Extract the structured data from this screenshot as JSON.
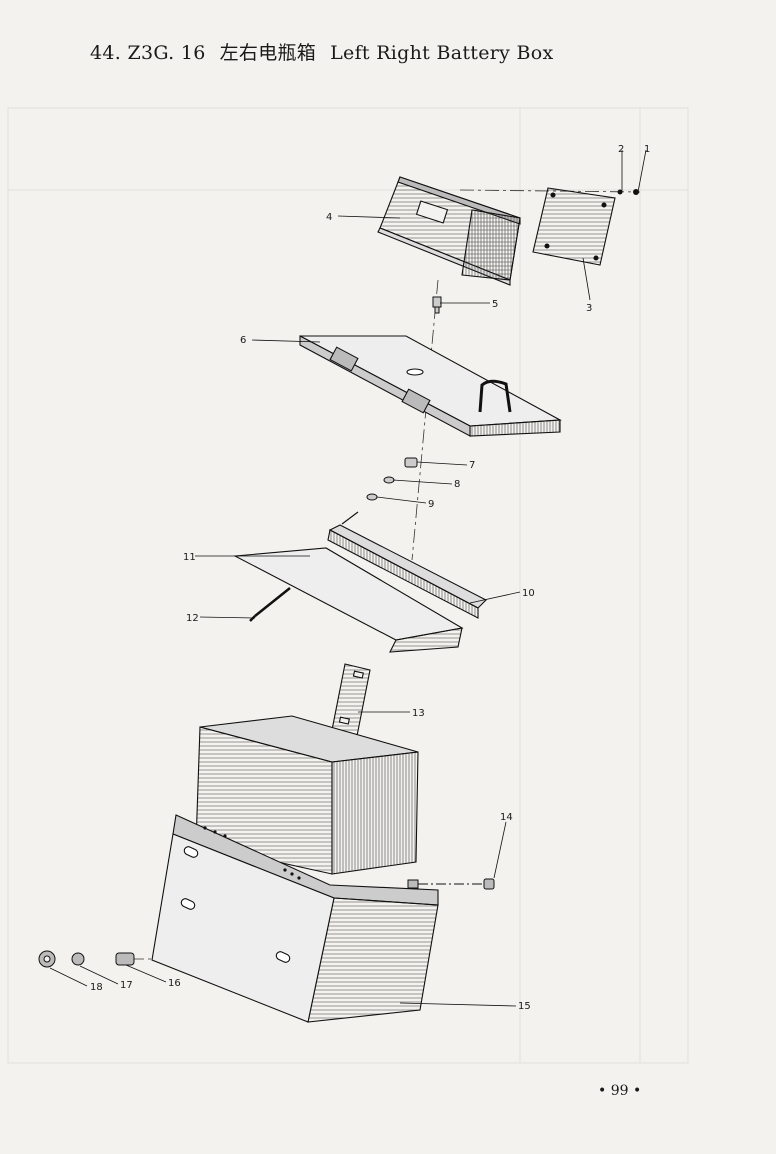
{
  "title": {
    "code": "44. Z3G. 16",
    "chinese": "左右电瓶箱",
    "english": "Left Right Battery Box"
  },
  "callouts": [
    "1",
    "2",
    "3",
    "4",
    "5",
    "6",
    "7",
    "8",
    "9",
    "10",
    "11",
    "12",
    "13",
    "14",
    "15",
    "16",
    "17",
    "18"
  ],
  "page_number": "• 99 •"
}
